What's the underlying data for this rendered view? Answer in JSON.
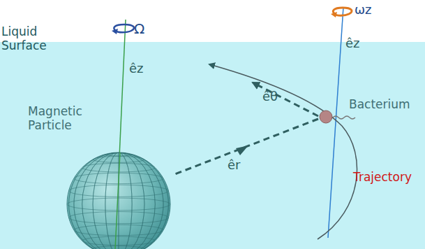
{
  "diagram": {
    "labels": [
      "Liquid Surface",
      "Ω",
      "êz",
      "ωz",
      "êz",
      "Magnetic Particle",
      "Bacterium",
      "êθ",
      "êr",
      "Trajectory"
    ]
  }
}
